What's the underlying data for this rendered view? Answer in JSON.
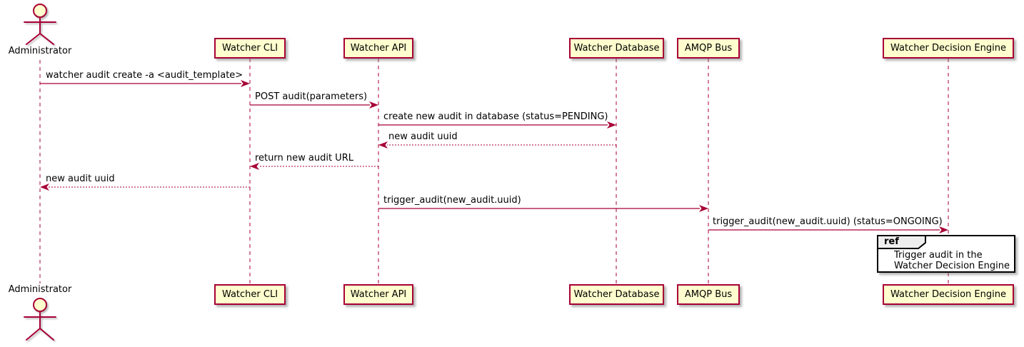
{
  "actor": {
    "label": "Administrator"
  },
  "participants": [
    {
      "label": "Watcher CLI"
    },
    {
      "label": "Watcher API"
    },
    {
      "label": "Watcher Database"
    },
    {
      "label": "AMQP Bus"
    },
    {
      "label": "Watcher Decision Engine"
    }
  ],
  "messages": [
    {
      "from": "Administrator",
      "to": "Watcher CLI",
      "label": "watcher audit create -a <audit_template>",
      "line": "solid"
    },
    {
      "from": "Watcher CLI",
      "to": "Watcher API",
      "label": "POST audit(parameters)",
      "line": "solid"
    },
    {
      "from": "Watcher API",
      "to": "Watcher Database",
      "label": "create new audit in database (status=PENDING)",
      "line": "solid"
    },
    {
      "from": "Watcher Database",
      "to": "Watcher API",
      "label": "new audit uuid",
      "line": "dashed"
    },
    {
      "from": "Watcher API",
      "to": "Watcher CLI",
      "label": "return new audit URL",
      "line": "dashed"
    },
    {
      "from": "Watcher CLI",
      "to": "Administrator",
      "label": "new audit uuid",
      "line": "dashed"
    },
    {
      "from": "Watcher API",
      "to": "AMQP Bus",
      "label": "trigger_audit(new_audit.uuid)",
      "line": "solid"
    },
    {
      "from": "AMQP Bus",
      "to": "Watcher Decision Engine",
      "label": "trigger_audit(new_audit.uuid) (status=ONGOING)",
      "line": "solid"
    }
  ],
  "ref_box": {
    "keyword": "ref",
    "line1": "Trigger audit in the",
    "line2": "Watcher Decision Engine"
  },
  "colors": {
    "participant_fill": "#FEFECE",
    "stroke": "#A80036",
    "text": "#000000",
    "ref_border": "#000000",
    "ref_tab_fill": "#EEEEEE",
    "background": "#FFFFFF"
  }
}
